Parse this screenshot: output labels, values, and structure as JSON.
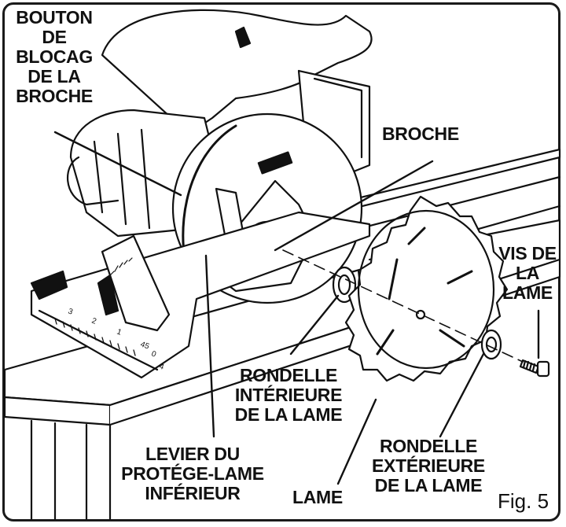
{
  "labels": {
    "bouton": [
      "BOUTON",
      "DE",
      "BLOCAG",
      "DE LA",
      "BROCHE"
    ],
    "broche": [
      "BROCHE"
    ],
    "vis": [
      "VIS DE",
      "LA",
      "LAME"
    ],
    "rondelle_int": [
      "RONDELLE",
      "INTÉRIEURE",
      "DE LA LAME"
    ],
    "levier": [
      "LEVIER DU",
      "PROTÉGE-LAME",
      "INFÉRIEUR"
    ],
    "lame": [
      "LAME"
    ],
    "rondelle_ext": [
      "RONDELLE",
      "EXTÉRIEURE",
      "DE LA LAME"
    ]
  },
  "scale_numbers": [
    "3",
    "2",
    "1",
    "45",
    "0",
    "4"
  ],
  "figure_caption": "Fig. 5"
}
